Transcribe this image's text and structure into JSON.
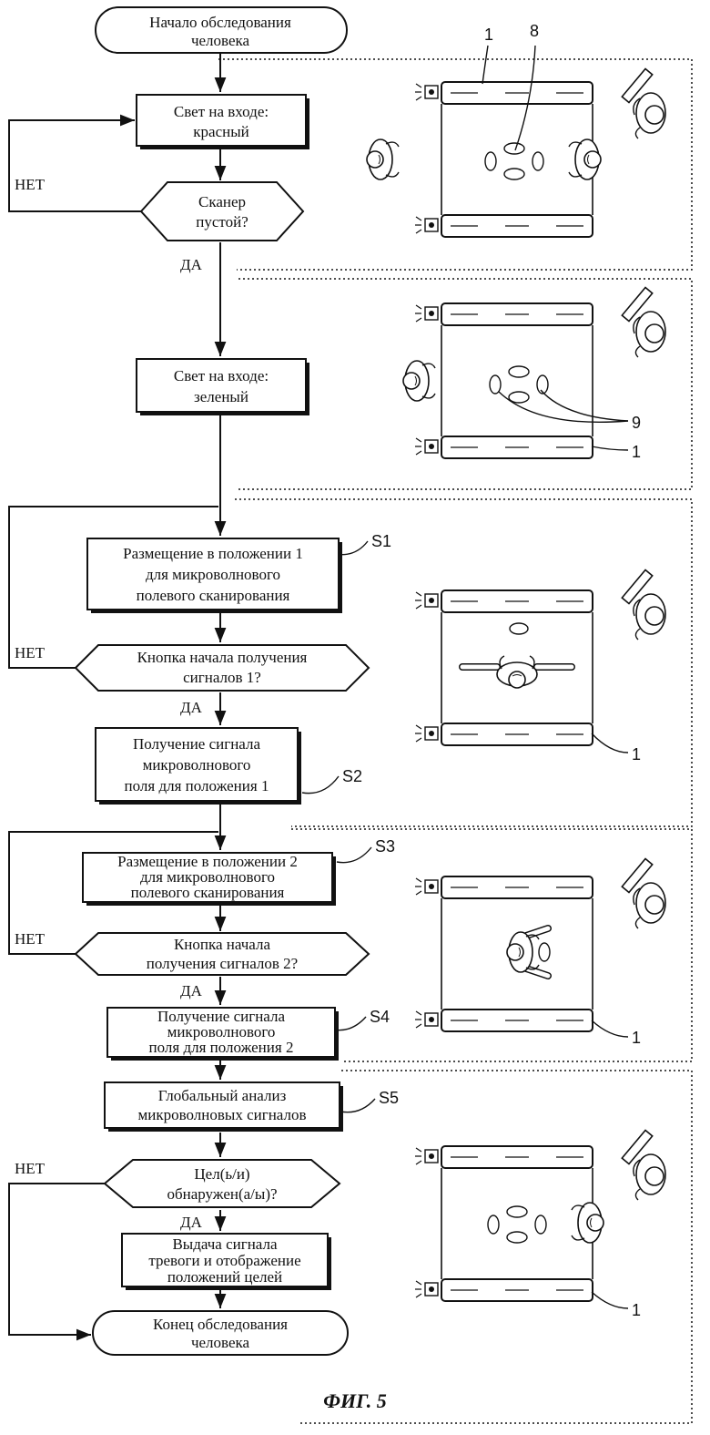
{
  "flowchart": {
    "start": [
      "Начало обследования",
      "человека"
    ],
    "light_red": [
      "Свет на входе:",
      "красный"
    ],
    "scanner_empty": [
      "Сканер",
      "пустой?"
    ],
    "light_green": [
      "Свет на входе:",
      "зеленый"
    ],
    "s1": [
      "Размещение в положении 1",
      "для микроволнового",
      "полевого сканирования"
    ],
    "button1": [
      "Кнопка начала получения",
      "сигналов 1?"
    ],
    "s2": [
      "Получение сигнала",
      "микроволнового",
      "поля для положения 1"
    ],
    "s3": [
      "Размещение в положении 2",
      "для микроволнового",
      "полевого сканирования"
    ],
    "button2": [
      "Кнопка начала",
      "получения сигналов 2?"
    ],
    "s4": [
      "Получение сигнала",
      "микроволнового",
      "поля для положения 2"
    ],
    "s5": [
      "Глобальный анализ",
      "микроволновых сигналов"
    ],
    "target": [
      "Цел(ь/и)",
      "обнаружен(а/ы)?"
    ],
    "alarm": [
      "Выдача сигнала",
      "тревоги и отображение",
      "положений целей"
    ],
    "end": [
      "Конец обследования",
      "человека"
    ]
  },
  "labels": {
    "no": "НЕТ",
    "yes": "ДА",
    "s1": "S1",
    "s2": "S2",
    "s3": "S3",
    "s4": "S4",
    "s5": "S5",
    "ref_scanner": "1",
    "ref_footprints_a": "8",
    "ref_footprints_b": "9"
  },
  "caption": "ФИГ. 5"
}
